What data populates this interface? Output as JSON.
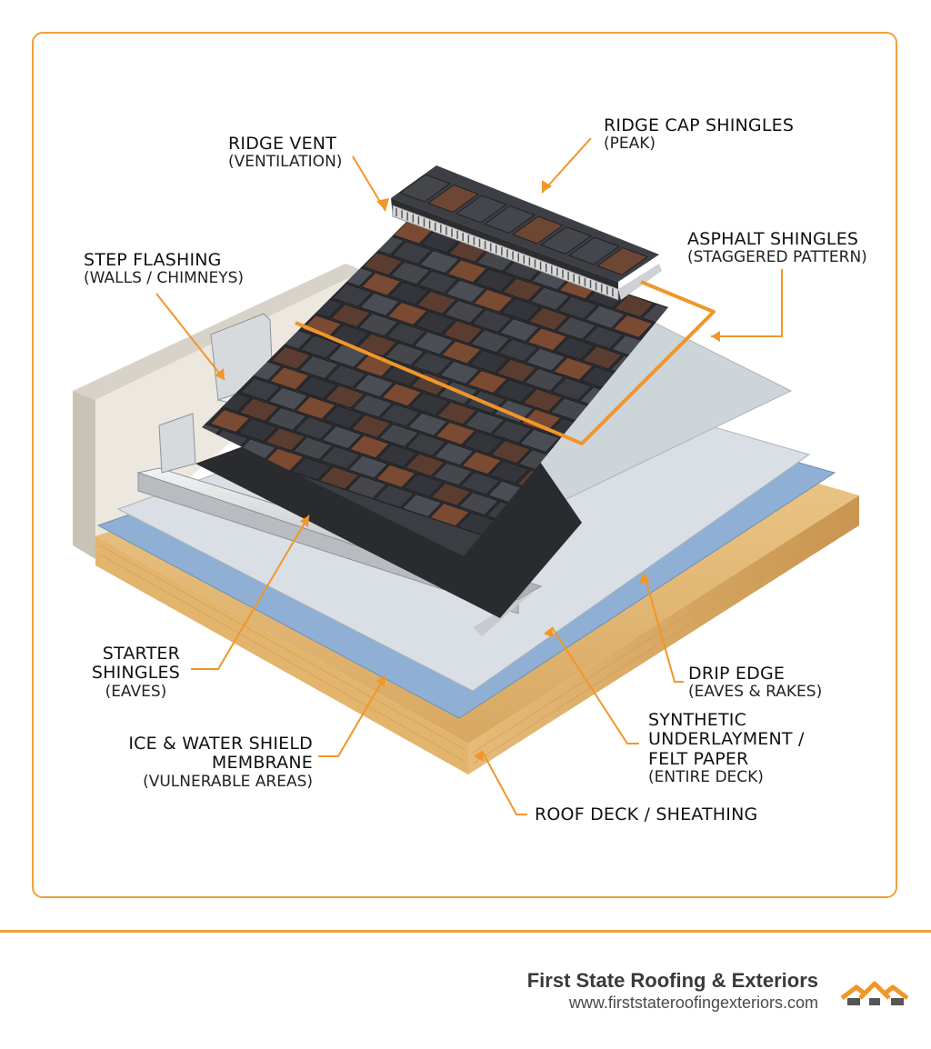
{
  "labels": {
    "ridge_vent": {
      "title": "RIDGE VENT",
      "sub": "(VENTILATION)"
    },
    "ridge_cap": {
      "title": "RIDGE CAP SHINGLES",
      "sub": "(PEAK)"
    },
    "asphalt": {
      "title": "ASPHALT SHINGLES",
      "sub": "(STAGGERED PATTERN)"
    },
    "step_flashing": {
      "title": "STEP FLASHING",
      "sub": "(WALLS / CHIMNEYS)"
    },
    "starter": {
      "title1": "STARTER",
      "title2": "SHINGLES",
      "sub": "(EAVES)"
    },
    "ice_water": {
      "title1": "ICE & WATER SHIELD",
      "title2": "MEMBRANE",
      "sub": "(VULNERABLE AREAS)"
    },
    "drip_edge": {
      "title": "DRIP EDGE",
      "sub": "(EAVES & RAKES)"
    },
    "underlayment": {
      "title1": "SYNTHETIC",
      "title2": "UNDERLAYMENT /",
      "title3": "FELT PAPER",
      "sub": "(ENTIRE DECK)"
    },
    "deck": {
      "title": "ROOF DECK / SHEATHING"
    }
  },
  "brand": {
    "name": "First State Roofing & Exteriors",
    "url": "www.firststateroofingexteriors.com"
  },
  "colors": {
    "accent": "#f0a03a",
    "shingle_dark": "#3b3d42",
    "shingle_brown": "#7a4a32",
    "underlayment": "#c9d0d6",
    "ice_shield": "#7fa4cc",
    "deck_wood": "#e2b877",
    "wall": "#e6e1d6"
  },
  "icons": [
    "roof-logo-icon"
  ]
}
